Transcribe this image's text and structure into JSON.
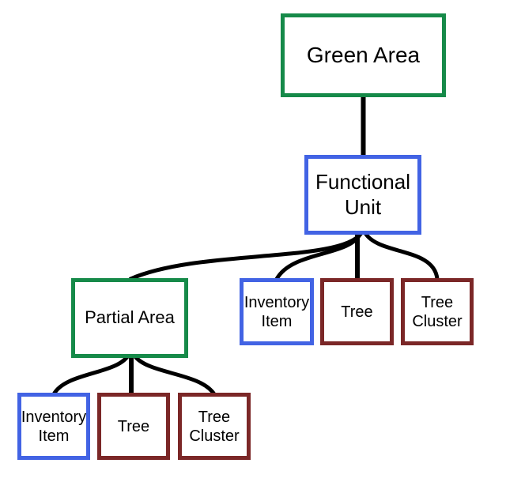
{
  "diagram": {
    "type": "tree-hierarchy",
    "colors": {
      "green": "#168a49",
      "blue": "#4263e4",
      "maroon": "#7b2727",
      "connector": "#000000",
      "text": "#000000",
      "background": "#ffffff"
    },
    "nodes": [
      {
        "id": "green-area",
        "label": "Green Area",
        "border_color": "green"
      },
      {
        "id": "functional-unit",
        "label": "Functional\nUnit",
        "border_color": "blue"
      },
      {
        "id": "partial-area",
        "label": "Partial Area",
        "border_color": "green"
      },
      {
        "id": "inventory-item-1",
        "label": "Inventory\nItem",
        "border_color": "blue"
      },
      {
        "id": "tree-1",
        "label": "Tree",
        "border_color": "maroon"
      },
      {
        "id": "tree-cluster-1",
        "label": "Tree\nCluster",
        "border_color": "maroon"
      },
      {
        "id": "inventory-item-2",
        "label": "Inventory\nItem",
        "border_color": "blue"
      },
      {
        "id": "tree-2",
        "label": "Tree",
        "border_color": "maroon"
      },
      {
        "id": "tree-cluster-2",
        "label": "Tree\nCluster",
        "border_color": "maroon"
      }
    ],
    "edges": [
      {
        "from": "green-area",
        "to": "functional-unit"
      },
      {
        "from": "functional-unit",
        "to": "partial-area"
      },
      {
        "from": "functional-unit",
        "to": "inventory-item-1"
      },
      {
        "from": "functional-unit",
        "to": "tree-1"
      },
      {
        "from": "functional-unit",
        "to": "tree-cluster-1"
      },
      {
        "from": "partial-area",
        "to": "inventory-item-2"
      },
      {
        "from": "partial-area",
        "to": "tree-2"
      },
      {
        "from": "partial-area",
        "to": "tree-cluster-2"
      }
    ]
  }
}
